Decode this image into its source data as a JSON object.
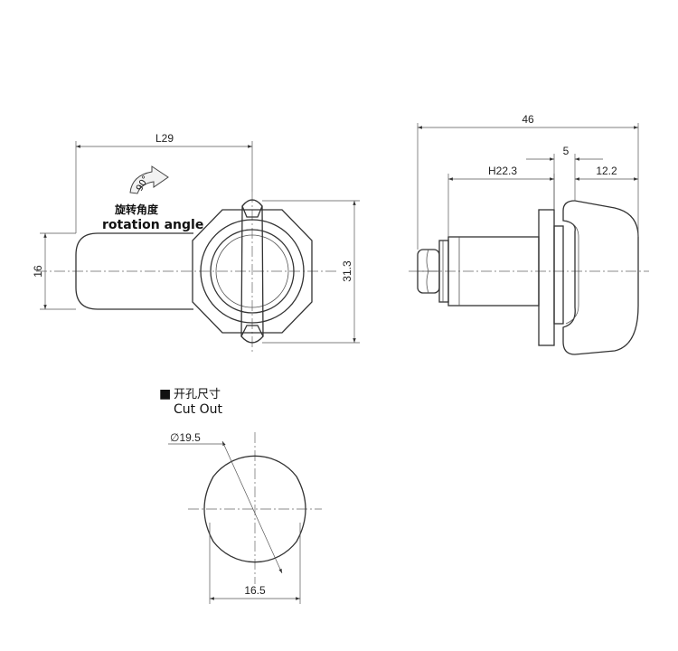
{
  "front_view": {
    "width_dim": "L29",
    "height_dim": "31.3",
    "handle_dim": "16",
    "rotation_angle": "90°",
    "rotation_label_cn": "旋转角度",
    "rotation_label_en": "rotation angle"
  },
  "side_view": {
    "overall_dim": "46",
    "thread_dim": "H22.3",
    "flange_dim": "5",
    "knob_dim": "12.2"
  },
  "cutout": {
    "title_cn": "开孔尺寸",
    "title_en": "Cut Out",
    "marker": "■",
    "diameter_dim": "∅19.5",
    "width_dim": "16.5"
  },
  "colors": {
    "line": "#333333",
    "gray_fill": "#f5f5f5"
  }
}
